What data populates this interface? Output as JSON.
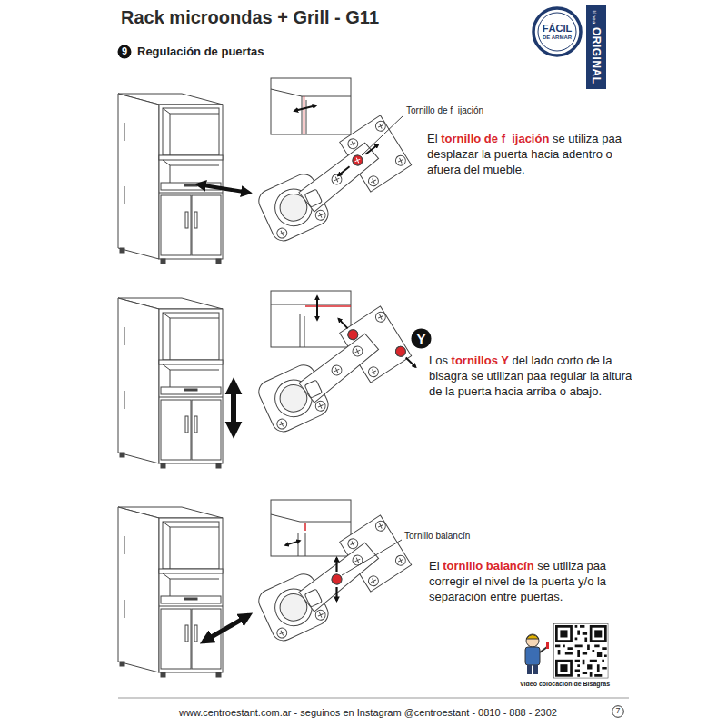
{
  "diagram": {
    "title": "Rack microondas + Grill - G11",
    "nodes": [
      {
        "text": [
          "FÁCIL",
          "DE ARMAR"
        ]
      },
      {
        "text": [
          "línea",
          "ORIGINAL"
        ]
      },
      {
        "text": [
          "9"
        ]
      },
      {
        "text": [
          "Y"
        ]
      },
      {
        "text": [
          "7"
        ]
      }
    ],
    "labels": [
      "Regulación de puertas",
      "Tornillo de f_ijación",
      "El",
      "tornillo de f_ijación",
      "se utiliza paa desplazar la puerta hacia adentro o afuera del mueble.",
      "Los",
      "tornillos Y",
      "del lado corto de la bisagra se utilizan paa regular la altura de la puerta hacia arriba o abajo.",
      "Tornillo balancín",
      "El",
      "tornillo balancín",
      "se utiliza paa corregir el nivel de la puerta y/o la separación entre puertas.",
      "Video colocación de Bisagras",
      "www.centroestant.com.ar - seguinos en Instagram @centroestant - 0810 - 888 - 2302"
    ]
  }
}
